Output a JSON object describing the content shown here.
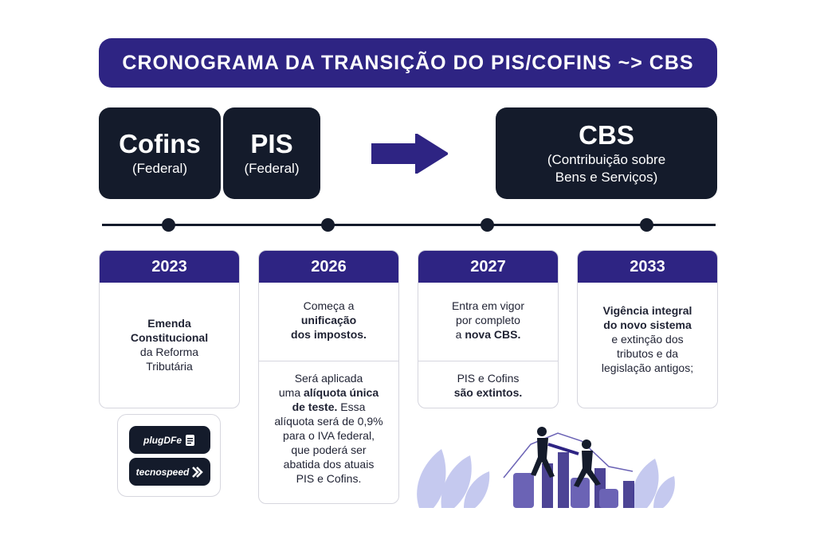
{
  "title": "CRONOGRAMA DA TRANSIÇÃO DO PIS/COFINS ~> CBS",
  "boxes": {
    "cofins": {
      "name": "Cofins",
      "sub": "(Federal)"
    },
    "pis": {
      "name": "PIS",
      "sub": "(Federal)"
    },
    "cbs": {
      "name": "CBS",
      "sub_line1": "(Contribuição sobre",
      "sub_line2": "Bens e Serviços)"
    }
  },
  "cards": {
    "y2023": {
      "year": "2023",
      "b1": "Emenda",
      "b2": "Constitucional",
      "t1": "da Reforma",
      "t2": "Tributária"
    },
    "y2026": {
      "year": "2026",
      "a_t1": "Começa a",
      "a_b1": "unificação",
      "a_b2": "dos impostos.",
      "c_t1": "Será aplicada",
      "c_t2": "uma",
      "c_b1": "alíquota única",
      "c_b2": "de teste.",
      "c_t3": "Essa",
      "c_t4": "alíquota será de 0,9%",
      "c_t5": "para o IVA federal,",
      "c_t6": "que poderá ser",
      "c_t7": "abatida dos atuais",
      "c_t8": "PIS e Cofins."
    },
    "y2027": {
      "year": "2027",
      "a_t1": "Entra em vigor",
      "a_t2": "por completo",
      "a_t3": "a",
      "a_b1": "nova CBS.",
      "c_t1": "PIS e Cofins",
      "c_b1": "são extintos."
    },
    "y2033": {
      "year": "2033",
      "b1": "Vigência integral",
      "b2": "do novo sistema",
      "t1": "e extinção dos",
      "t2": "tributos e da",
      "t3": "legislação antigos;"
    }
  },
  "logos": {
    "plug": "plugDFe",
    "tecno": "tecnospeed"
  },
  "colors": {
    "accent": "#2e2483",
    "dark": "#141b2b",
    "illustration": "#c5c9ef"
  }
}
